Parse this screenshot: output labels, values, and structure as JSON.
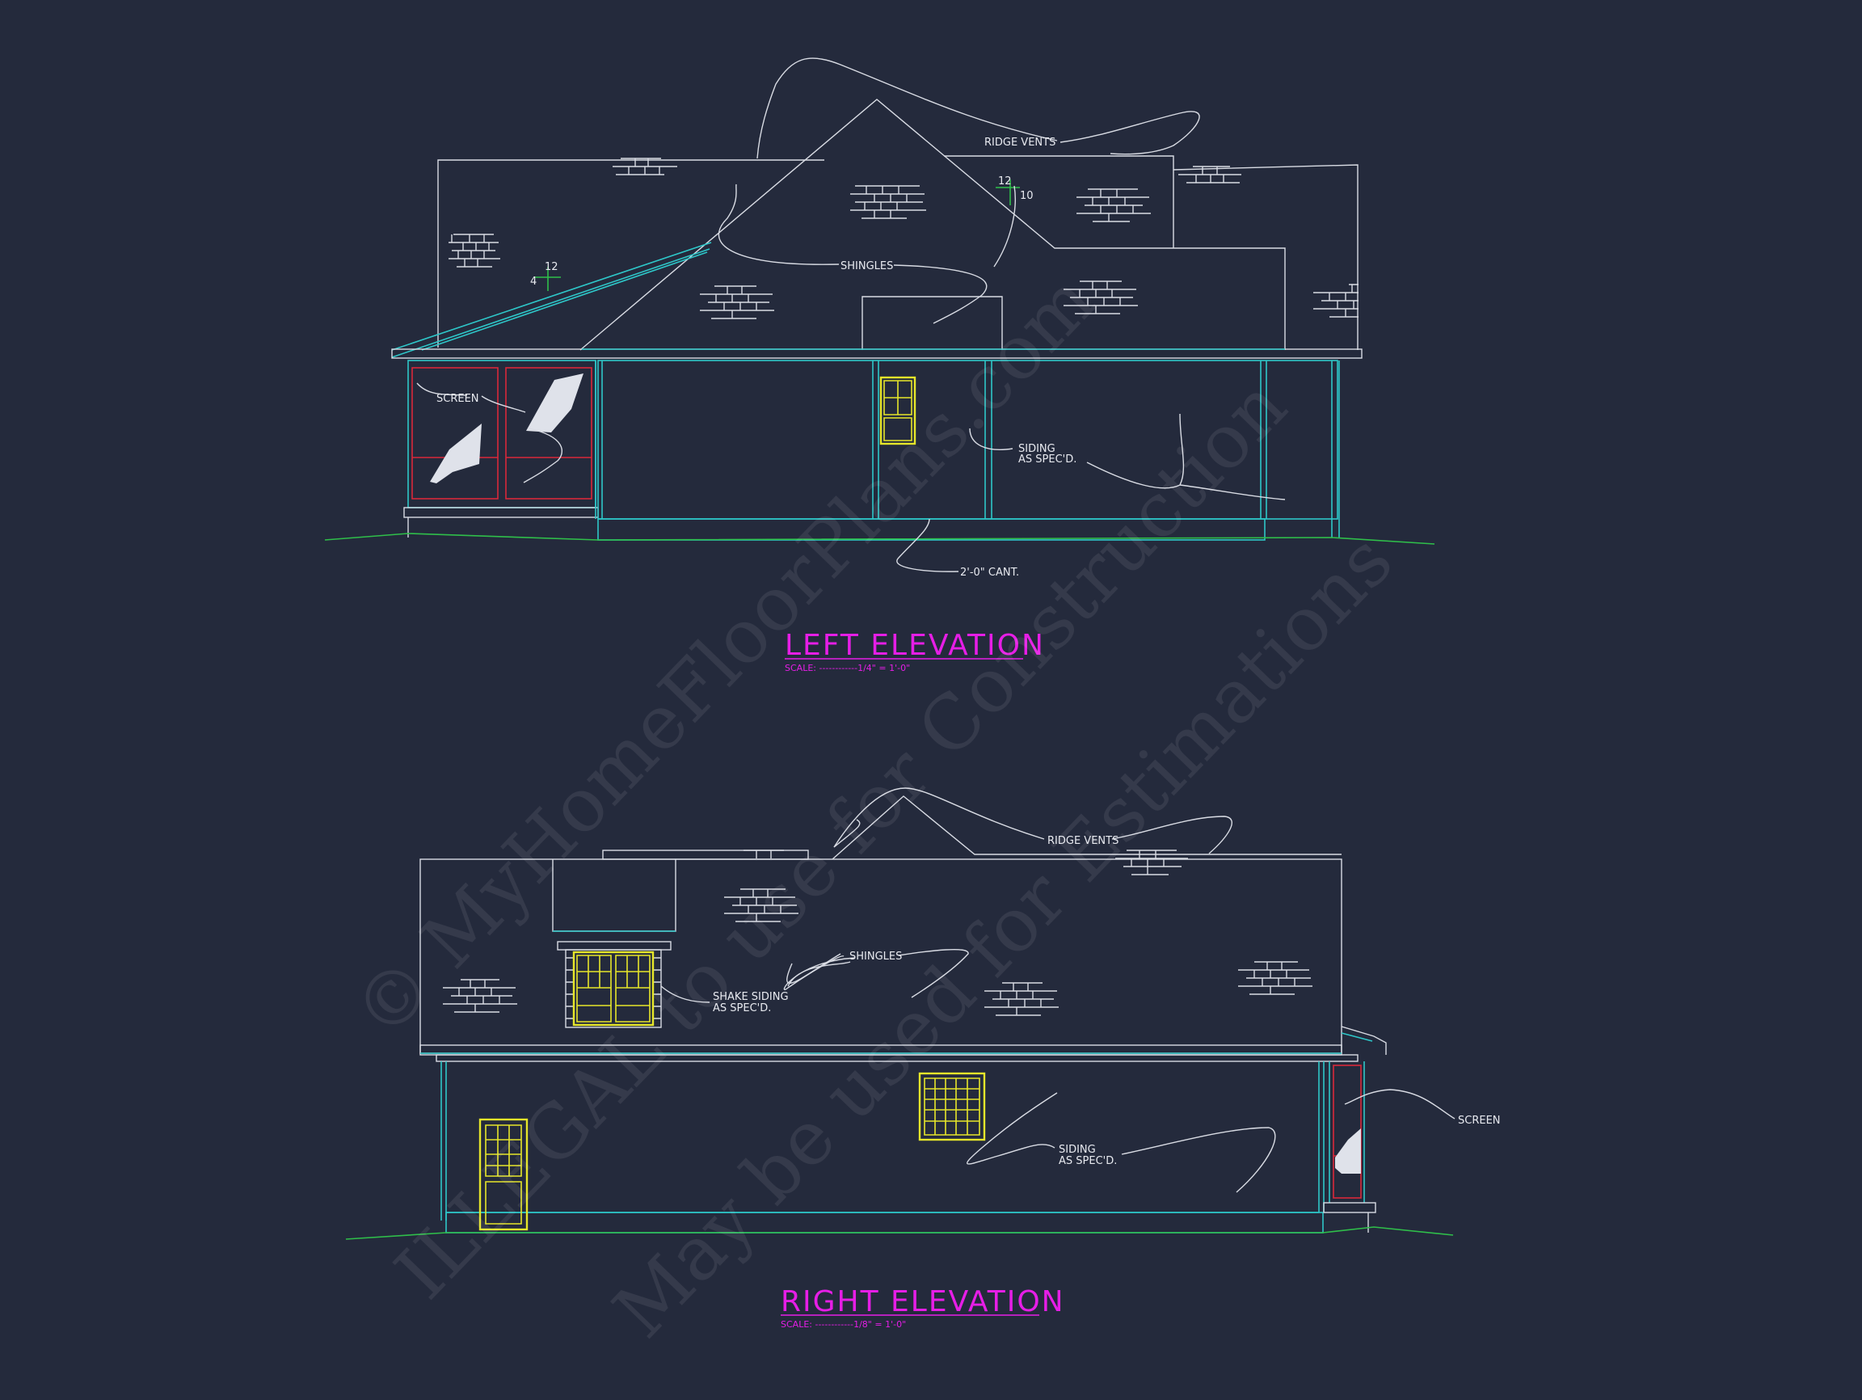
{
  "left_elevation": {
    "title": "LEFT ELEVATION",
    "scale": "SCALE: ------------1/4\" = 1'-0\"",
    "notes": {
      "ridge_vents": "RIDGE VENTS",
      "shingles": "SHINGLES",
      "screen": "SCREEN",
      "siding_1": "SIDING",
      "siding_2": "AS SPEC'D.",
      "cant": "2'-0\" CANT."
    },
    "pitch_main": {
      "rise": "12",
      "run": "10"
    },
    "pitch_porch": {
      "rise": "12",
      "run": "4"
    }
  },
  "right_elevation": {
    "title": "RIGHT ELEVATION",
    "scale": "SCALE: ------------1/8\" = 1'-0\"",
    "notes": {
      "ridge_vents": "RIDGE VENTS",
      "shingles": "SHINGLES",
      "shake_1": "SHAKE SIDING",
      "shake_2": "AS SPEC'D.",
      "siding_1": "SIDING",
      "siding_2": "AS SPEC'D.",
      "screen": "SCREEN"
    }
  },
  "watermark": {
    "line1": "© MyHomeFloorPlans.com",
    "line2": "ILLEGAL to use for Construction",
    "line3": "May be used for Estimations"
  },
  "colors": {
    "background": "#242a3c",
    "linework": "#d9dce4",
    "walls": "#2ec7c9",
    "ground": "#2fbf4a",
    "screens": "#d9283a",
    "windows": "#e6e62a",
    "titles": "#e61ee6"
  }
}
